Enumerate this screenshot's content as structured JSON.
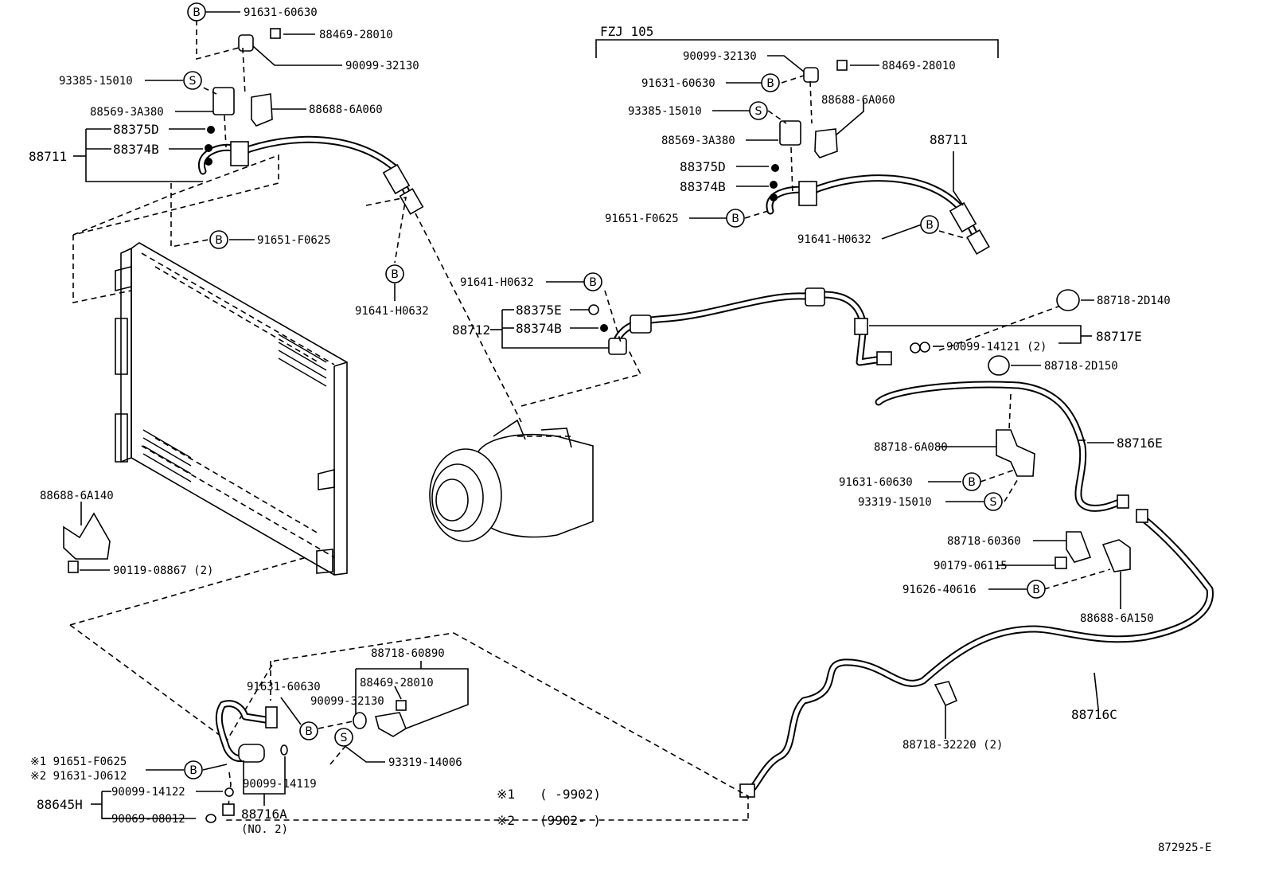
{
  "diagram_id": "872925-E",
  "markers": {
    "b": "B",
    "s": "S"
  },
  "fzj_group": {
    "header": "FZJ 105",
    "p1": "90099-32130",
    "p2": "88469-28010",
    "p3": "91631-60630",
    "p4": "93385-15010",
    "p5": "88688-6A060",
    "p6": "88569-3A380",
    "p7": "88711",
    "p8": "88375D",
    "p9": "88374B",
    "p10": "91651-F0625",
    "p11": "91641-H0632"
  },
  "top_left": {
    "p1": "91631-60630",
    "p2": "88469-28010",
    "p3": "90099-32130",
    "p4": "93385-15010",
    "p5": "88569-3A380",
    "p6": "88688-6A060",
    "p7": "88375D",
    "p8": "88711",
    "p9": "88374B",
    "p10": "91651-F0625",
    "p11": "91641-H0632"
  },
  "condenser": {
    "p1": "88688-6A140",
    "p2": "90119-08867 (2)"
  },
  "discharge": {
    "p1": "91641-H0632",
    "p2": "88375E",
    "p3": "88712",
    "p4": "88374B"
  },
  "right_group": {
    "p1": "88718-2D140",
    "p2": "88717E",
    "p3": "90099-14121 (2)",
    "p4": "88718-2D150",
    "p5": "88716E",
    "p6": "88718-6A080",
    "p7": "91631-60630",
    "p8": "93319-15010",
    "p9": "88718-60360",
    "p10": "90179-06115",
    "p11": "91626-40616",
    "p12": "88688-6A150",
    "p13": "88716C",
    "p14": "88718-32220 (2)"
  },
  "bottom_left": {
    "p1": "88718-60890",
    "p2": "88469-28010",
    "p3": "91631-60630",
    "p4": "90099-32130",
    "p5": "93319-14006",
    "p6": "※1 91651-F0625",
    "p7": "※2 91631-J0612",
    "p8": "90099-14122",
    "p9": "90099-14119",
    "p10": "88645H",
    "p11": "90069-08012",
    "p12": "88716A",
    "p13": "(NO. 2)"
  },
  "notes": {
    "n1_mark": "※1",
    "n1_range": "(     -9902)",
    "n2_mark": "※2",
    "n2_range": "(9902-      )"
  }
}
